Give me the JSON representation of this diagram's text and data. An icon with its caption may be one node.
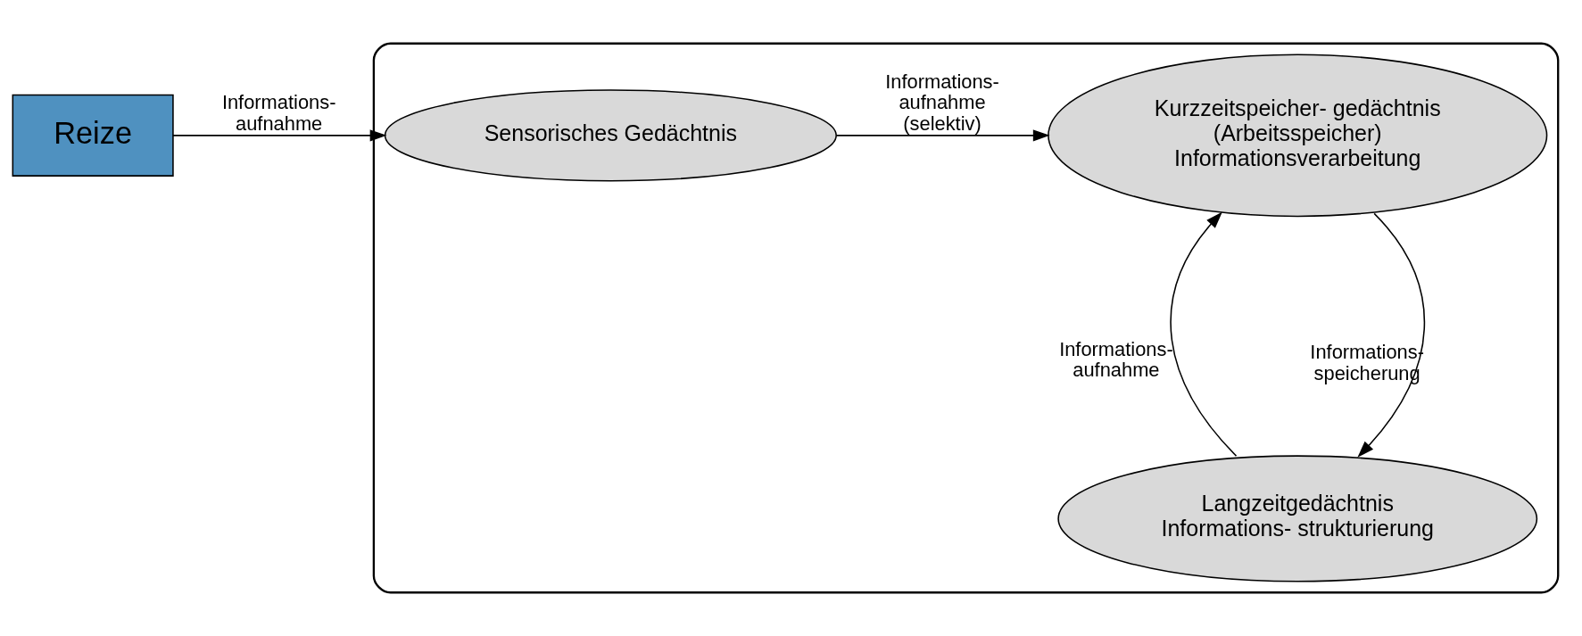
{
  "diagram": {
    "nodes": [
      {
        "text": [
          "Reize"
        ]
      },
      {
        "text": [],
        "shape": "ellipse"
      },
      {
        "text": [
          "Sensorisches Gedächtnis"
        ],
        "in": 1
      },
      {
        "text": [
          "Kurzzeitspeicher- gedächtnis",
          "(Arbeitsspeicher)",
          "Informationsverarbeitung"
        ],
        "in": 1
      },
      {
        "text": [
          "Langzeitgedächtnis",
          "Informations- strukturierung"
        ],
        "in": 1
      }
    ],
    "edges": [
      {
        "from": 0,
        "to": 2,
        "arrow": "to",
        "label": "Informations- aufnahme"
      },
      {
        "from": 2,
        "to": 3,
        "arrow": "to",
        "label": "Informations- aufnahme (selektiv)"
      },
      {
        "from": 4,
        "to": 3,
        "arrow": "to",
        "label": "Informations- aufnahme"
      },
      {
        "from": 3,
        "to": 4,
        "arrow": "to",
        "label": "Informations- speicherung"
      }
    ]
  }
}
